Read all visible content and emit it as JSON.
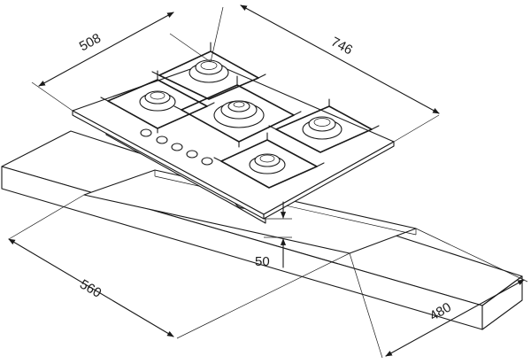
{
  "dimensions": {
    "hob_depth": "508",
    "hob_width": "746",
    "hob_height": "50",
    "cutout_width": "560",
    "cutout_depth": "480"
  },
  "colors": {
    "line": "#1a1a1a",
    "background": "#ffffff"
  }
}
